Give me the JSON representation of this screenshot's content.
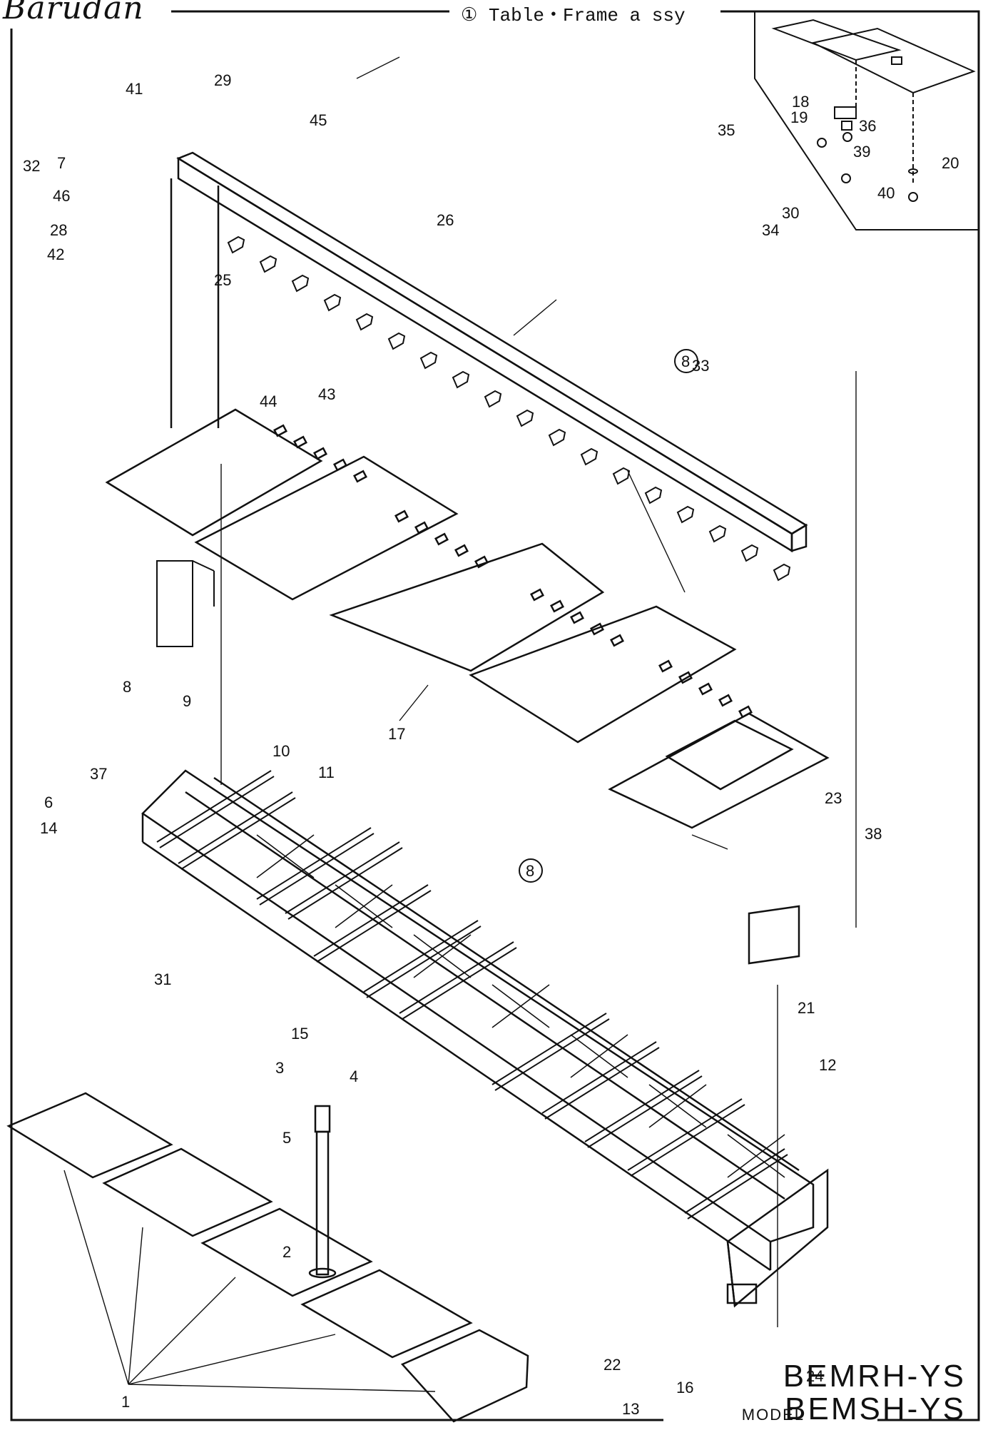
{
  "header": {
    "brand": "Barudan",
    "title": "① Table・Frame a ssy"
  },
  "model": {
    "label": "MODEL",
    "names": [
      "BEMRH-YS",
      "BEMSH-YS"
    ]
  },
  "callouts": {
    "1": "1",
    "2": "2",
    "3": "3",
    "4": "4",
    "5": "5",
    "6": "6",
    "7": "7",
    "8": "8",
    "9": "9",
    "10": "10",
    "11": "11",
    "12": "12",
    "13": "13",
    "14": "14",
    "15": "15",
    "16": "16",
    "17": "17",
    "18": "18",
    "19": "19",
    "20": "20",
    "21": "21",
    "22": "22",
    "23": "23",
    "24": "24",
    "25": "25",
    "26": "26",
    "28": "28",
    "29": "29",
    "30": "30",
    "31": "31",
    "32": "32",
    "33": "33",
    "34": "34",
    "35": "35",
    "36": "36",
    "37": "37",
    "38": "38",
    "39": "39",
    "40": "40",
    "41": "41",
    "42": "42",
    "43": "43",
    "44": "44",
    "45": "45",
    "46": "46"
  },
  "ref_marker": "8"
}
